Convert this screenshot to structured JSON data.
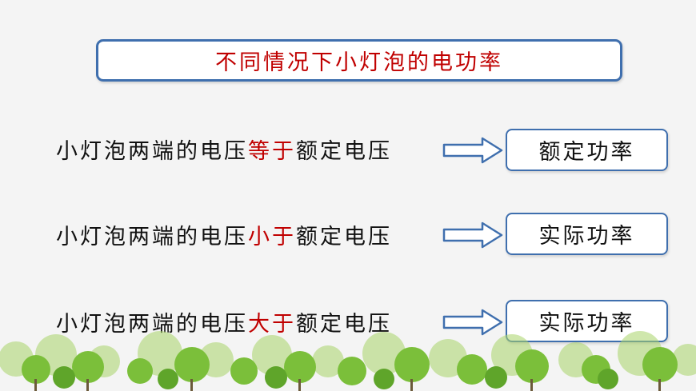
{
  "title": "不同情况下小灯泡的电功率",
  "rows": [
    {
      "prefix": "小灯泡两端的电压",
      "highlight": "等于",
      "suffix": "额定电压",
      "result": "额定功率"
    },
    {
      "prefix": "小灯泡两端的电压",
      "highlight": "小于",
      "suffix": "额定电压",
      "result": "实际功率"
    },
    {
      "prefix": "小灯泡两端的电压",
      "highlight": "大于",
      "suffix": "额定电压",
      "result": "实际功率"
    }
  ],
  "colors": {
    "accent": "#c00000",
    "border": "#3f6fae",
    "background": "#f4f4f4",
    "tree": "#8cc63f"
  },
  "icons": {
    "arrow": "right-arrow-icon",
    "decoration": "tree-border"
  }
}
